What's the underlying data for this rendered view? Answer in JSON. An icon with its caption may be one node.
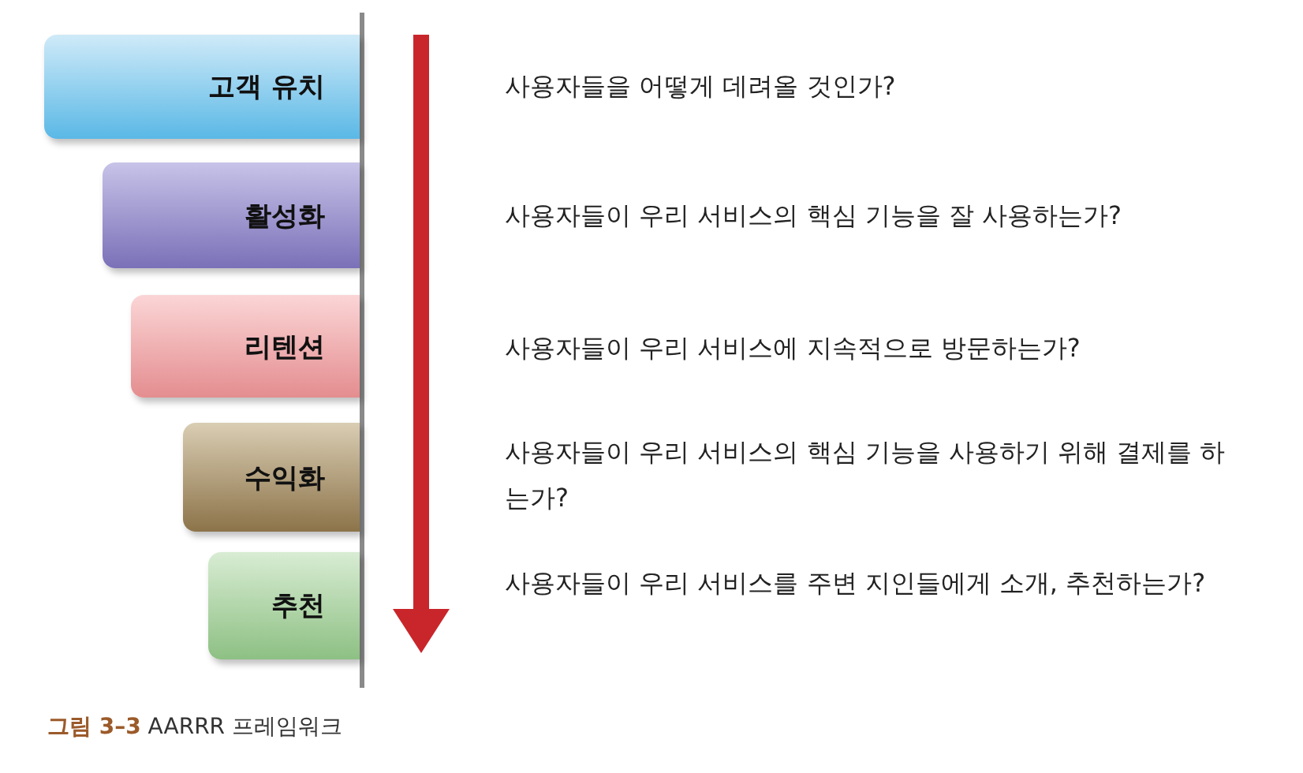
{
  "diagram": {
    "caption": "**그림 3–3** AARRR 프레임워크",
    "nodes": [
      {
        "text": [
          "고객 유치"
        ]
      },
      {
        "text": [
          "활성화"
        ]
      },
      {
        "text": [
          "리텐션"
        ]
      },
      {
        "text": [
          "수익화"
        ]
      },
      {
        "text": [
          "추천"
        ]
      }
    ],
    "labels": [
      "사용자들을 어떻게 데려올 것인가?",
      "사용자들이 우리 서비스의 핵심 기능을 잘 사용하는가?",
      "사용자들이 우리 서비스에 지속적으로 방문하는가?",
      "사용자들이 우리 서비스의 핵심 기능을 사용하기 위해 결제를 하는가?",
      "사용자들이 우리 서비스를 주변 지인들에게 소개, 추천하는가?"
    ]
  }
}
